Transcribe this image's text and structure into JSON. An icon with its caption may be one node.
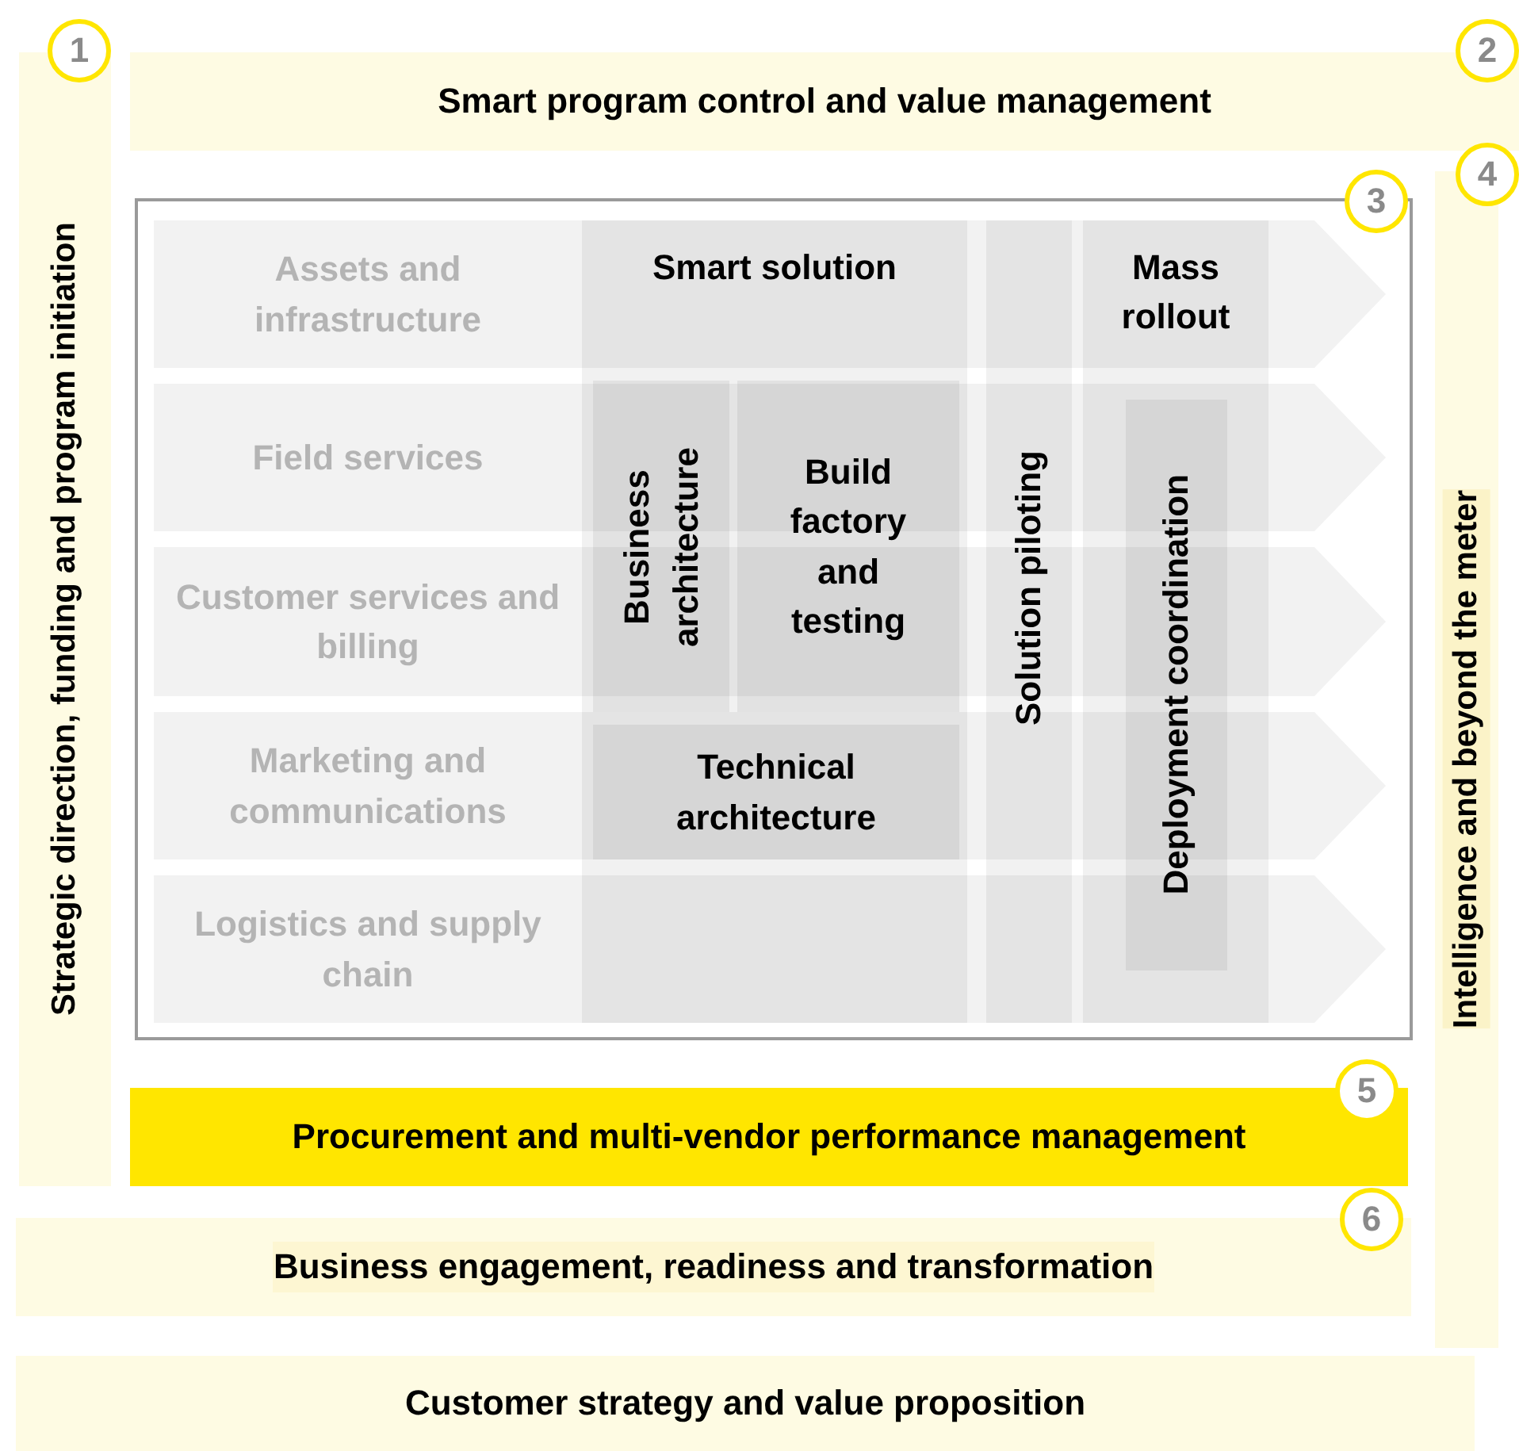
{
  "diagram": {
    "nodes": [
      {
        "text": [
          "Strategic direction, funding and program initiation"
        ]
      },
      {
        "text": [
          "Smart program control and value management"
        ]
      },
      {
        "text": [],
        "shape": "box"
      },
      {
        "text": [
          "Assets and infrastructure"
        ],
        "in": 2
      },
      {
        "text": [
          "Field services"
        ],
        "in": 2
      },
      {
        "text": [
          "Customer services and billing"
        ],
        "in": 2
      },
      {
        "text": [
          "Marketing and communications"
        ],
        "in": 2
      },
      {
        "text": [
          "Logistics and supply chain"
        ],
        "in": 2
      },
      {
        "text": [
          "Smart solution"
        ],
        "in": 2
      },
      {
        "text": [
          "Business architecture"
        ],
        "in": 8
      },
      {
        "text": [
          "Build factory and testing"
        ],
        "in": 8
      },
      {
        "text": [
          "Technical architecture"
        ],
        "in": 8
      },
      {
        "text": [
          "Solution piloting"
        ],
        "in": 2
      },
      {
        "text": [
          "Mass rollout"
        ],
        "in": 2
      },
      {
        "text": [
          "Deployment coordination"
        ],
        "in": 13
      },
      {
        "text": [
          "Intelligence and beyond the meter"
        ]
      },
      {
        "text": [
          "Procurement and multi-vendor performance management"
        ]
      },
      {
        "text": [
          "Business engagement, readiness and transformation"
        ]
      },
      {
        "text": [
          "Customer strategy and value proposition"
        ]
      }
    ],
    "labels": [
      "1",
      "2",
      "3",
      "4",
      "5",
      "6"
    ]
  }
}
